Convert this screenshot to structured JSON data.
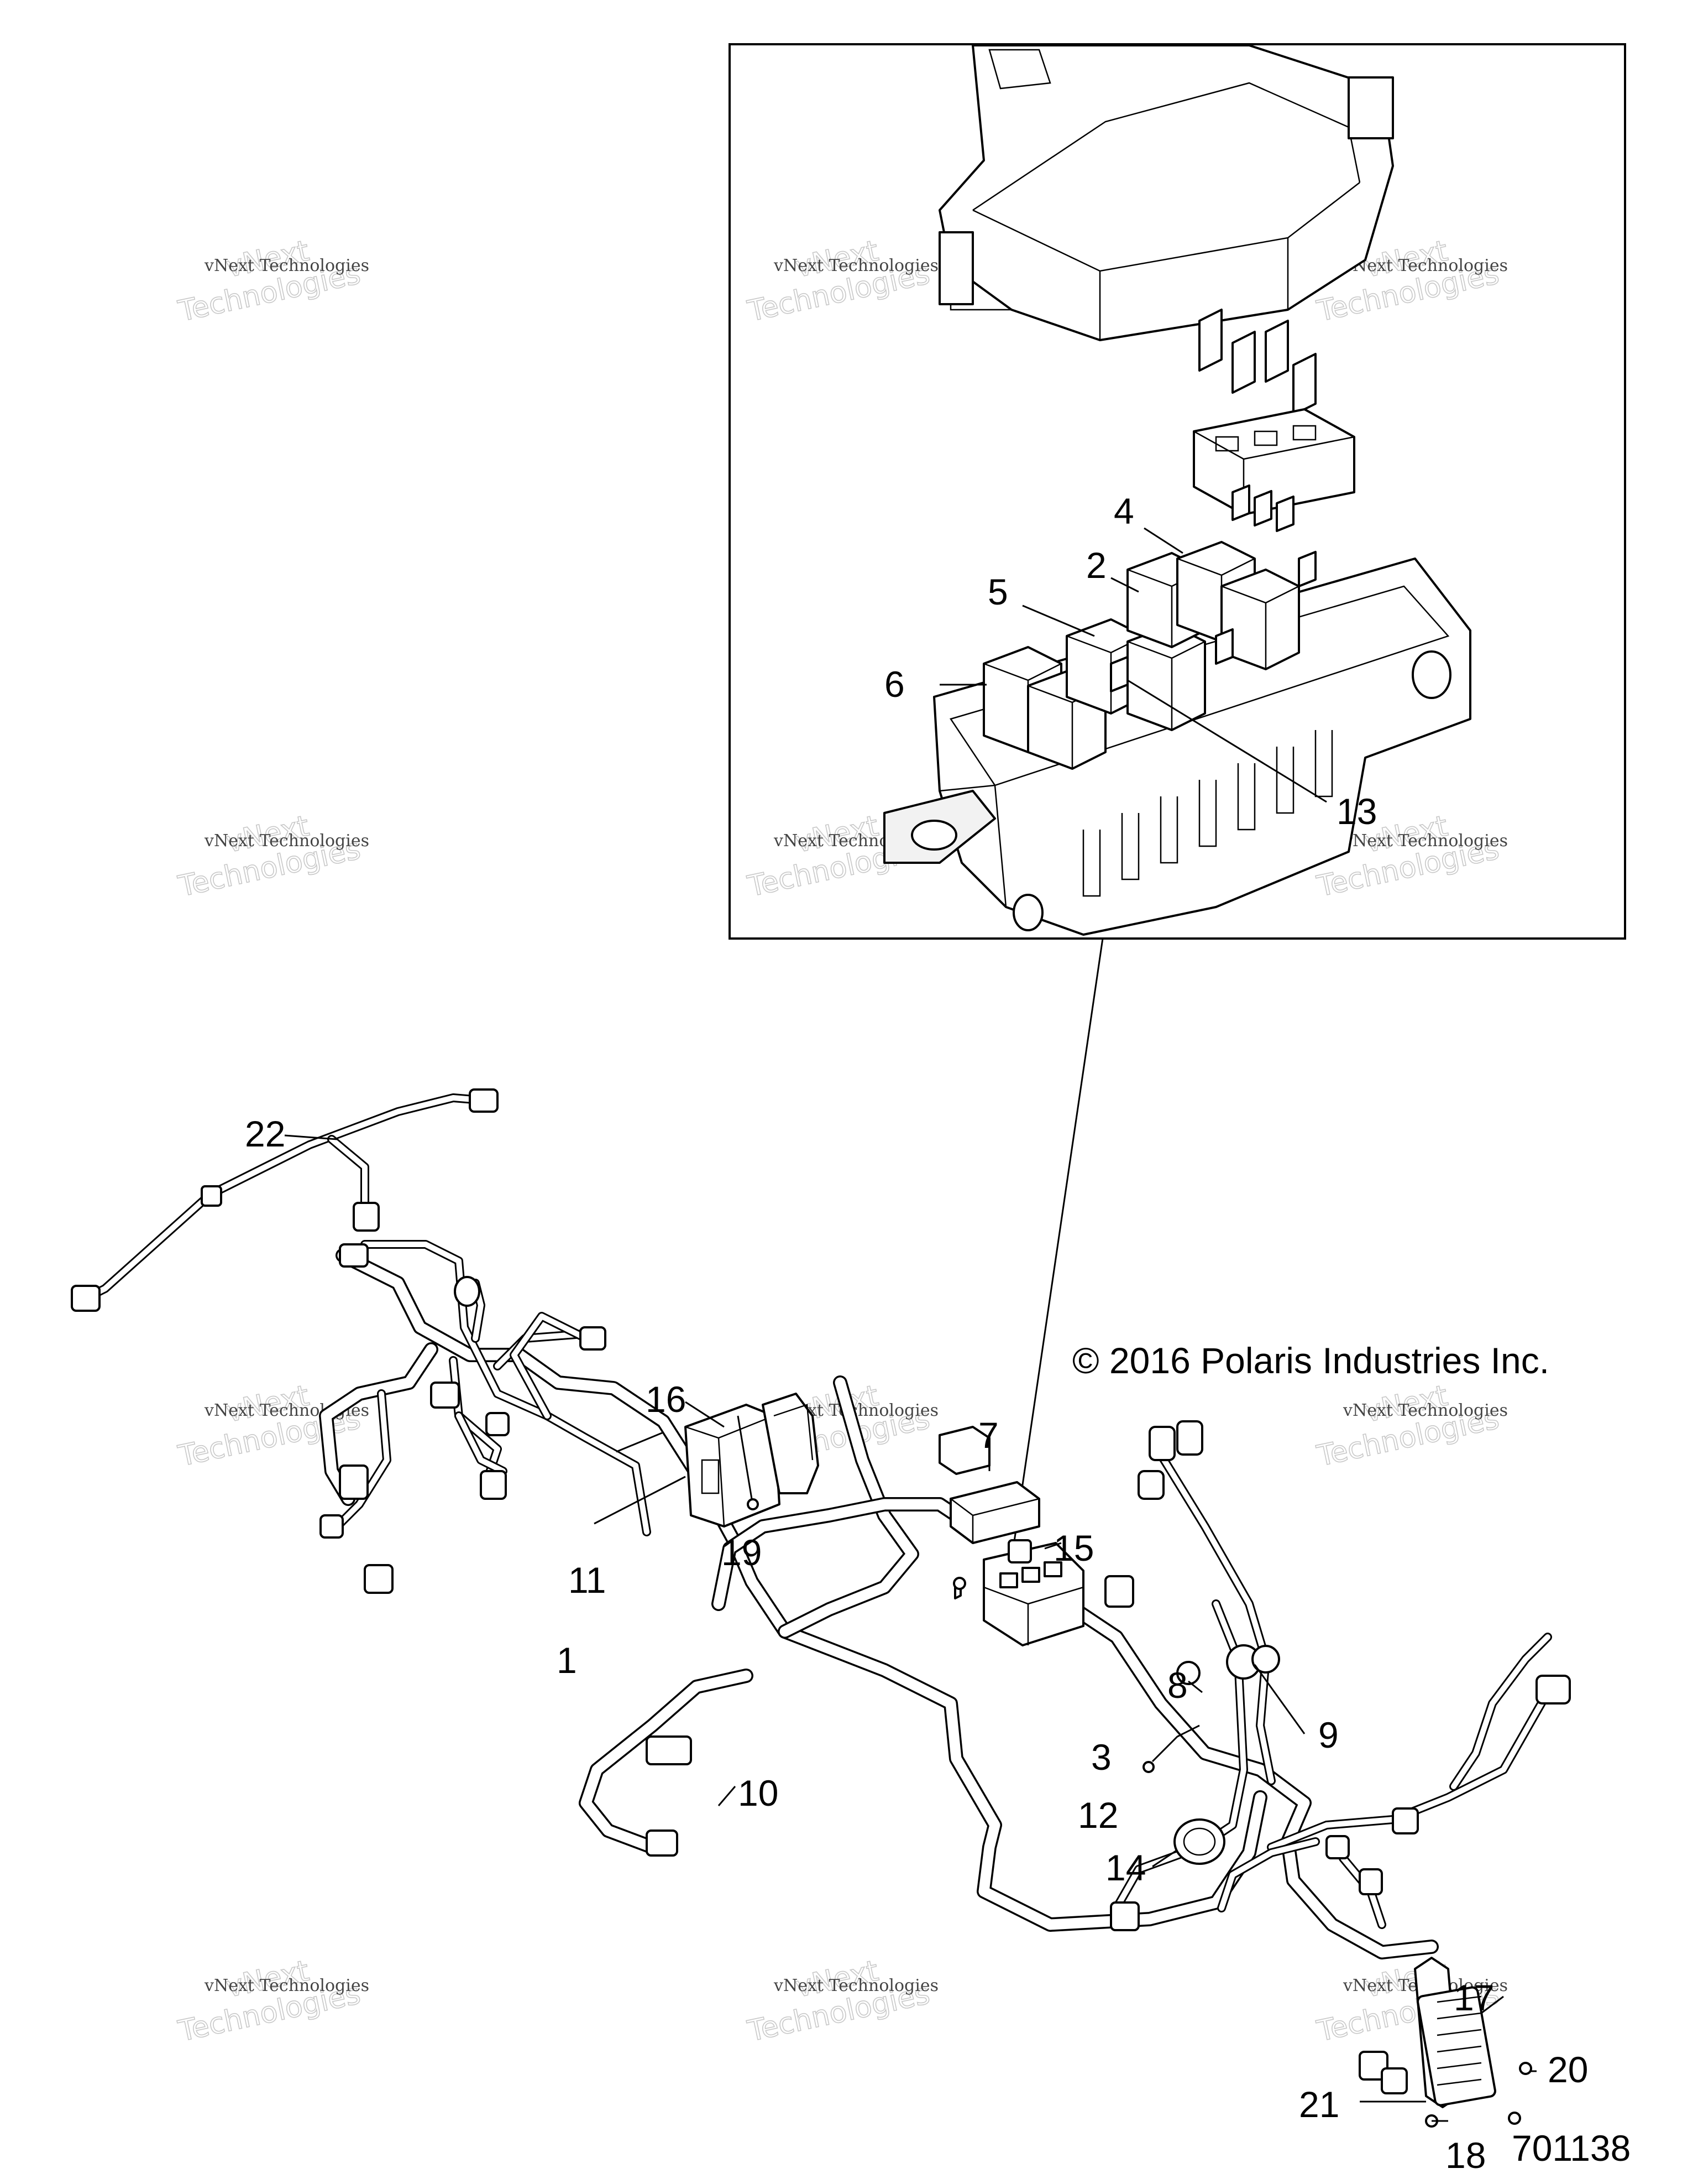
{
  "copyright": "© 2016 Polaris Industries Inc.",
  "figure_number": "701138",
  "watermark": {
    "line1": "vNext Technologies",
    "line2a": "vNext",
    "line2b": "Technologies"
  },
  "callouts": {
    "c1": "1",
    "c2": "2",
    "c3": "3",
    "c4": "4",
    "c5": "5",
    "c6": "6",
    "c7": "7",
    "c8": "8",
    "c9": "9",
    "c10": "10",
    "c11": "11",
    "c12": "12",
    "c13": "13",
    "c14": "14",
    "c15": "15",
    "c16": "16",
    "c17": "17",
    "c18": "18",
    "c19": "19",
    "c20": "20",
    "c21": "21",
    "c22": "22"
  }
}
